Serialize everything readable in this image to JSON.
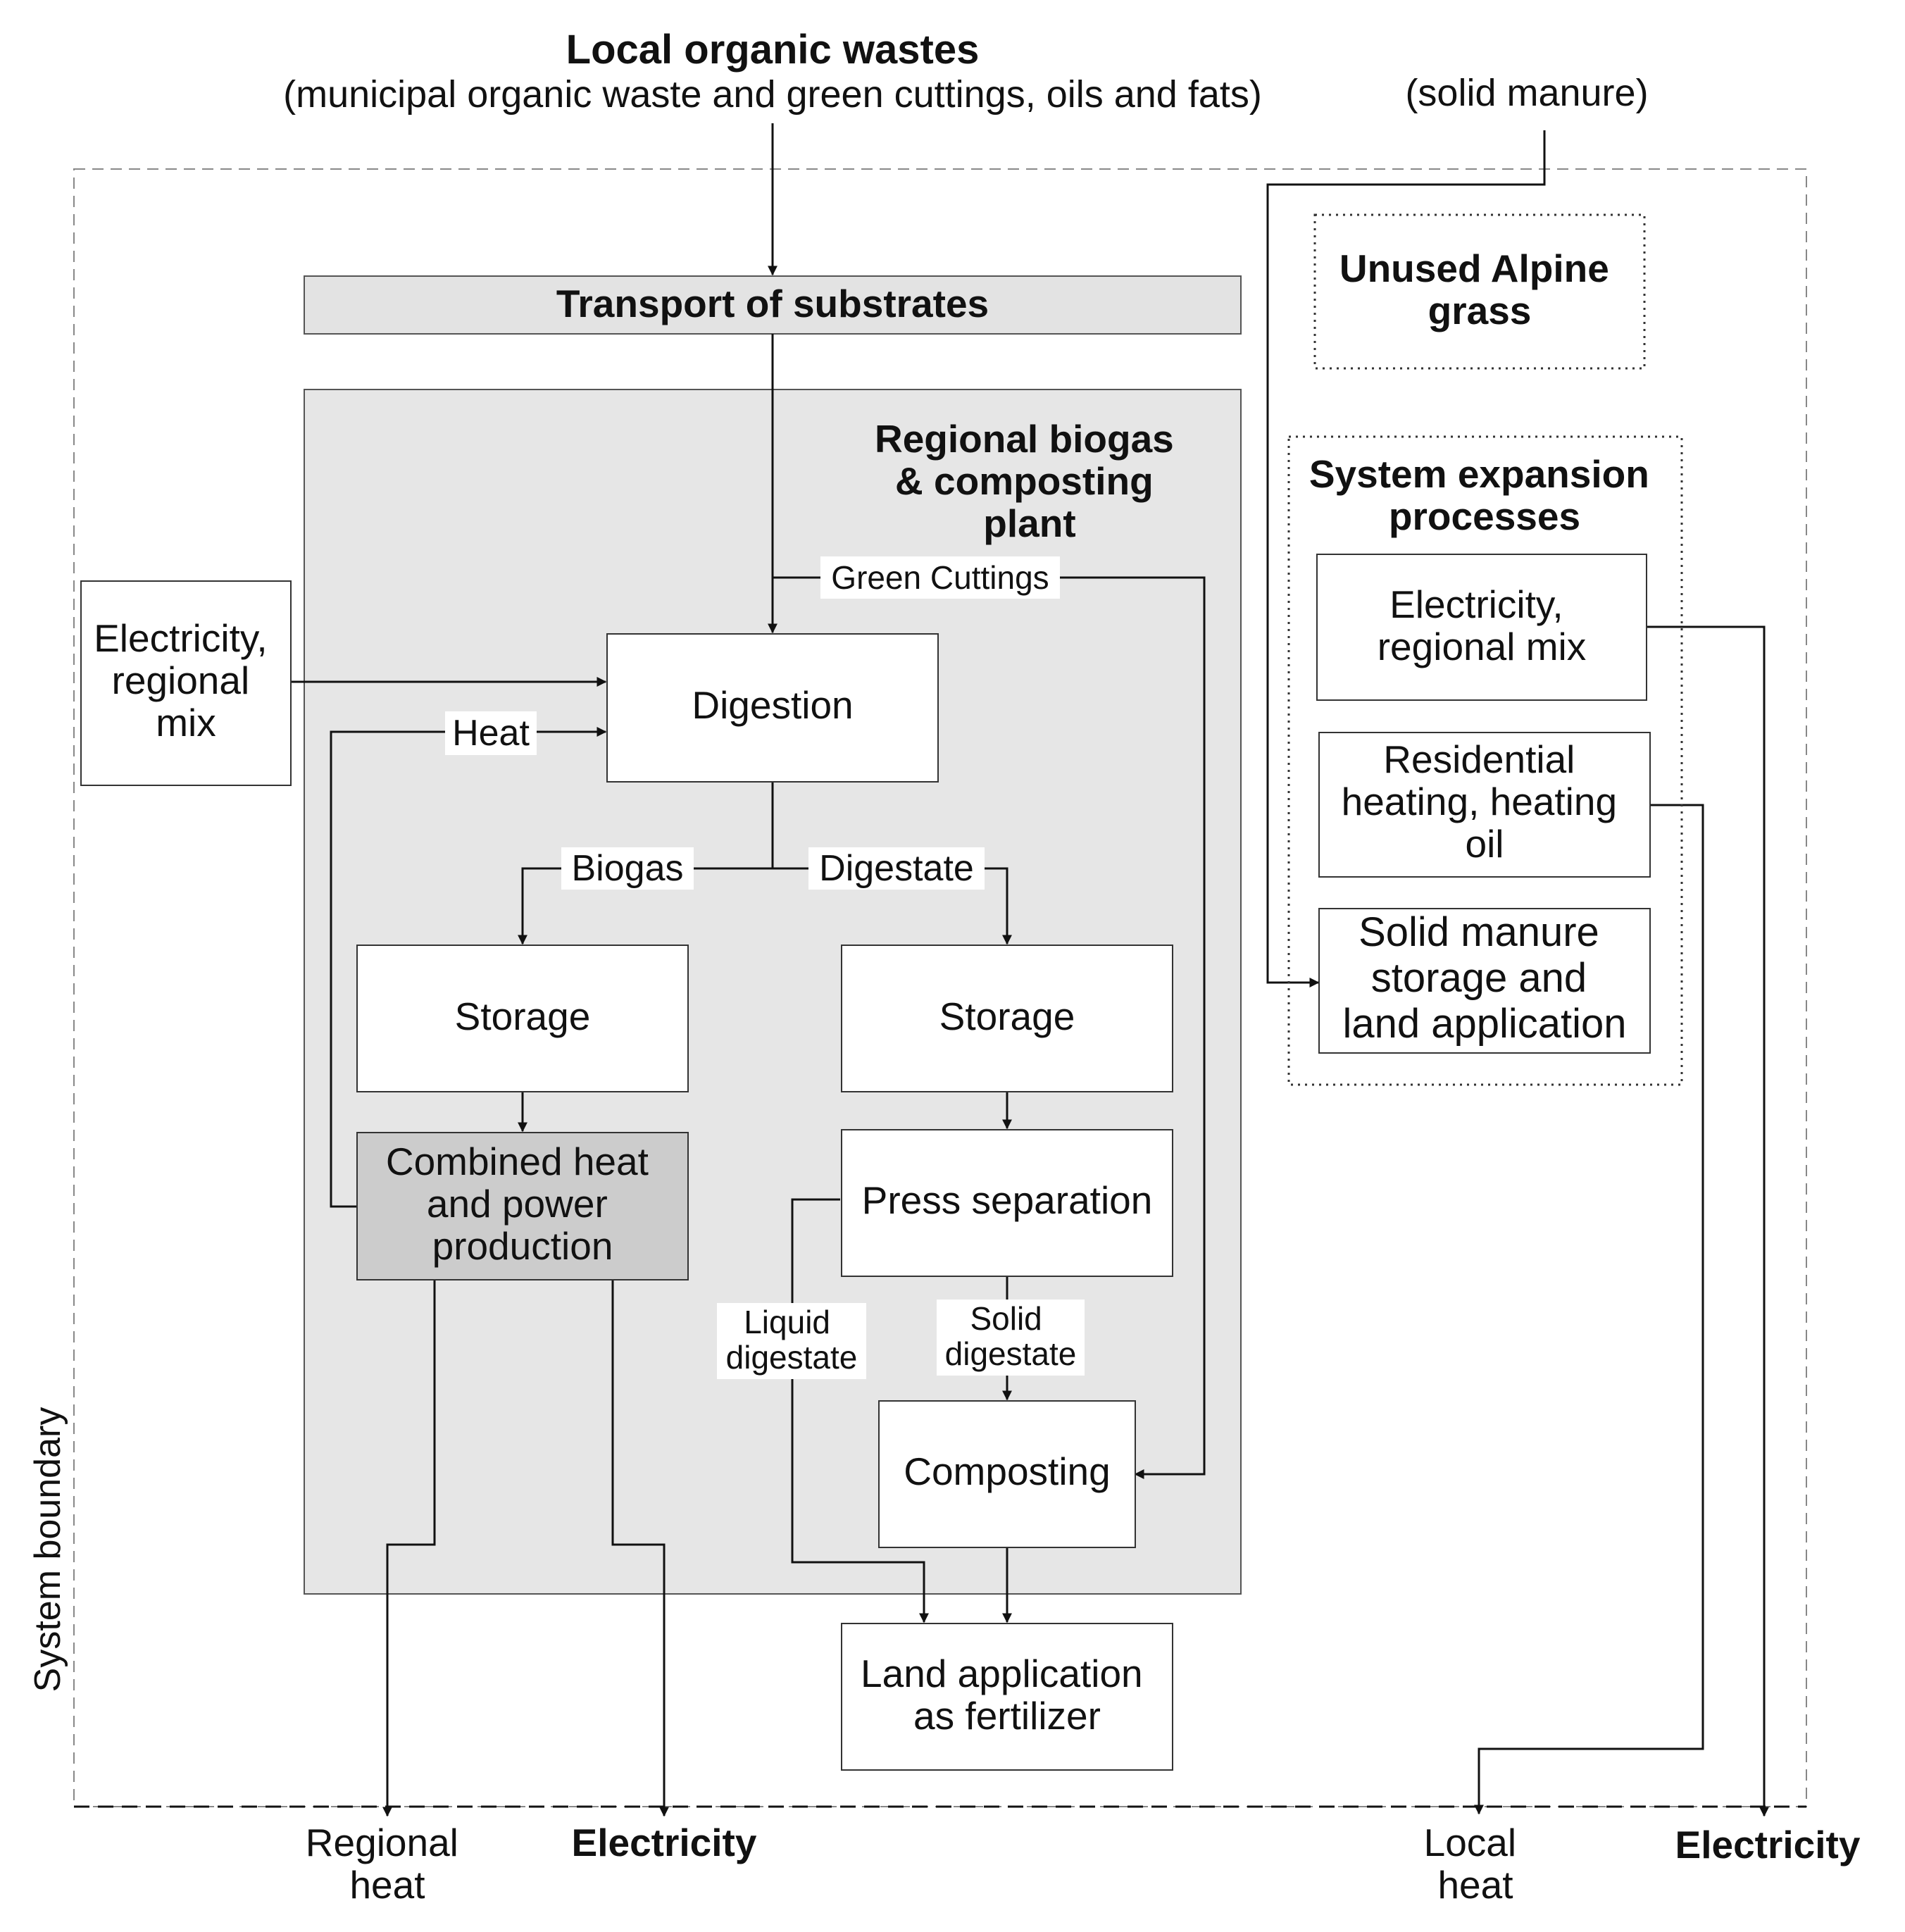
{
  "top_input": {
    "title": "Local organic wastes",
    "subtitle": "(municipal organic waste and green cuttings, oils and fats)"
  },
  "solid_manure_input": "(solid manure)",
  "transport": "Transport of substrates",
  "plant_title": [
    "Regional biogas",
    "& composting",
    "plant"
  ],
  "unused_grass": [
    "Unused Alpine",
    "grass"
  ],
  "system_expansion": {
    "title": [
      "System expansion",
      "processes"
    ],
    "electricity": [
      "Electricity,",
      "regional mix"
    ],
    "residential": [
      "Residential",
      "heating, heating",
      "oil"
    ],
    "manure": [
      "Solid manure",
      "storage and",
      "land application"
    ]
  },
  "electricity_input": [
    "Electricity,",
    "regional",
    "mix"
  ],
  "boxes": {
    "digestion": "Digestion",
    "storage_left": "Storage",
    "storage_right": "Storage",
    "chp": [
      "Combined heat",
      "and power",
      "production"
    ],
    "press": "Press separation",
    "composting": "Composting",
    "land_app": [
      "Land application",
      "as fertilizer"
    ]
  },
  "flows": {
    "green_cuttings": "Green Cuttings",
    "heat": "Heat",
    "biogas": "Biogas",
    "digestate": "Digestate",
    "liquid": [
      "Liquid",
      "digestate"
    ],
    "solid": [
      "Solid",
      "digestate"
    ]
  },
  "outputs": {
    "regional_heat": [
      "Regional",
      "heat"
    ],
    "electricity_left": "Electricity",
    "local_heat": [
      "Local",
      "heat"
    ],
    "electricity_right": "Electricity"
  },
  "system_boundary": "System boundary",
  "colors": {
    "plant_fill": "#e6e6e6",
    "transport_fill": "#e3e3e3",
    "chp_fill": "#cccccc",
    "line": "#111111"
  }
}
